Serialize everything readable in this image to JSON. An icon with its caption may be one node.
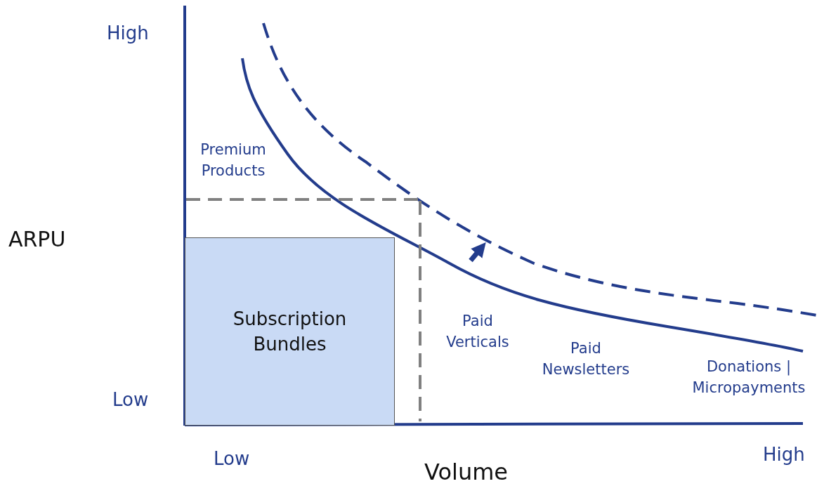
{
  "diagram": {
    "nodes": [
      {
        "text": [
          "Subscription Bundles"
        ]
      }
    ],
    "labels": [
      "High",
      "Premium Products",
      "ARPU",
      "Paid Verticals",
      "Paid Newsletters",
      "Donations | Micropayments",
      "Low",
      "Low",
      "High",
      "Volume"
    ]
  }
}
